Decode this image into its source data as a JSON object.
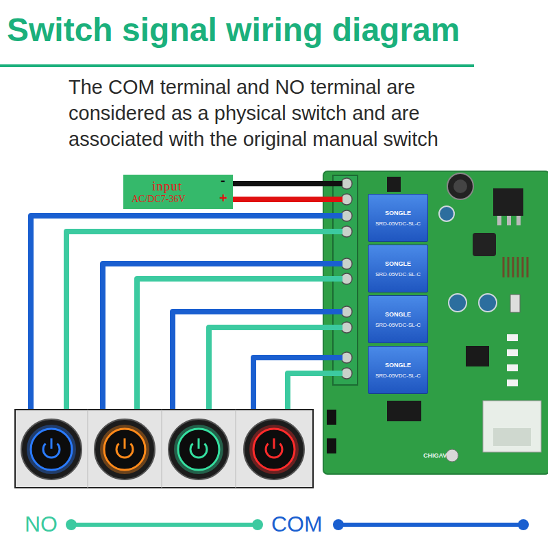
{
  "diagram": {
    "title": "Switch signal wiring diagram",
    "caption": "The COM terminal and NO terminal are considered as a physical switch and are associated with the original manual switch",
    "nodes": [
      {
        "text": [
          "input",
          "AC/DC7-36V"
        ]
      },
      {
        "text": [
          "SONGLE",
          "SRD-05VDC-SL-C"
        ]
      },
      {
        "text": [
          "SONGLE",
          "SRD-05VDC-SL-C"
        ]
      },
      {
        "text": [
          "SONGLE",
          "SRD-05VDC-SL-C"
        ]
      },
      {
        "text": [
          "SONGLE",
          "SRD-05VDC-SL-C"
        ]
      }
    ],
    "labels": [
      "-",
      "+",
      "CHIGAV"
    ],
    "legend": [
      {
        "text": "NO"
      },
      {
        "text": "COM"
      }
    ]
  }
}
